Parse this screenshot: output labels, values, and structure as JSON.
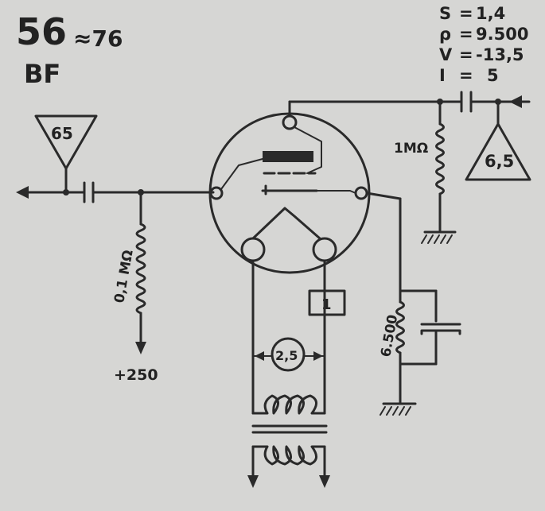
{
  "header": {
    "tube_number": "56",
    "equivalent": "≈76",
    "function": "BF"
  },
  "specs": [
    {
      "symbol": "S",
      "value": "1,4"
    },
    {
      "symbol": "ρ",
      "value": "9.500"
    },
    {
      "symbol": "V",
      "value": "-13,5"
    },
    {
      "symbol": "I",
      "value": "5"
    }
  ],
  "specs_sep": "=",
  "labels": {
    "output_level": "65",
    "input_level": "6,5",
    "grid_resistor": "1MΩ",
    "plate_resistor": "0,1 MΩ",
    "supply": "+250",
    "cathode_resistor": "6.500",
    "filament_voltage": "2,5",
    "pin_one": "1"
  }
}
